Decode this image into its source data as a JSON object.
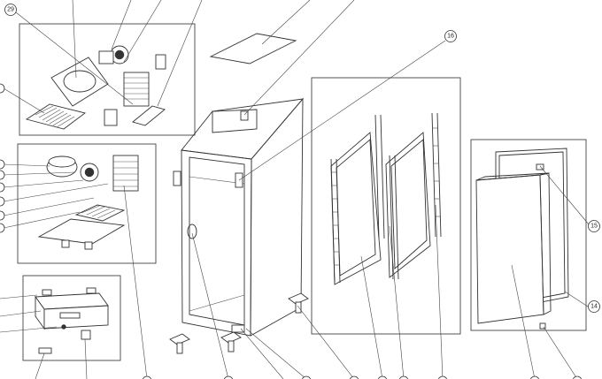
{
  "callouts": {
    "c29": "29",
    "c16": "16",
    "c15": "15",
    "c14": "14"
  }
}
